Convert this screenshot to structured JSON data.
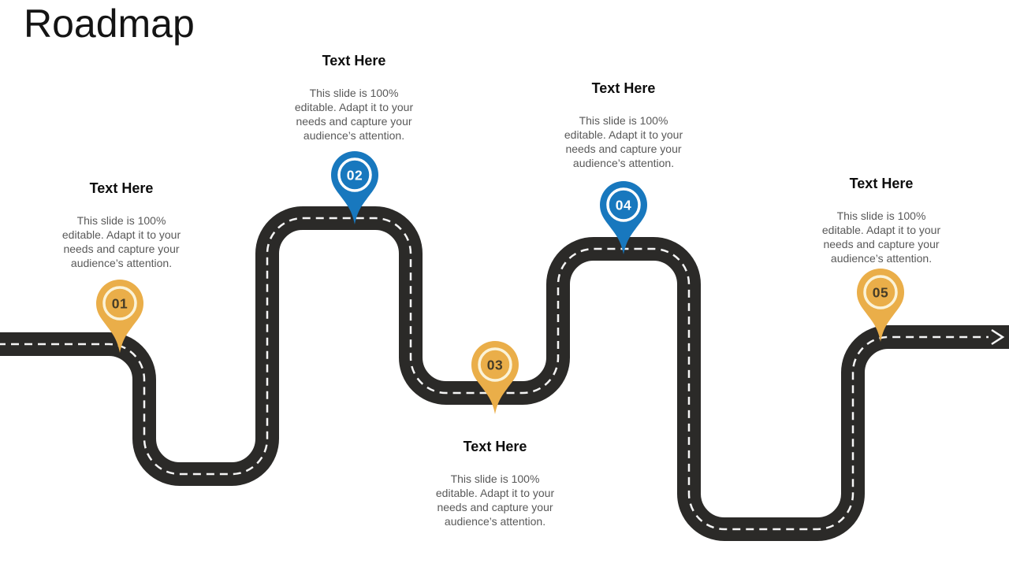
{
  "title": "Roadmap",
  "milestones": [
    {
      "number": "01",
      "heading": "Text Here",
      "body": "This slide is 100%\neditable. Adapt it to your\nneeds and capture your\naudience’s attention.",
      "pin_color": "yellow"
    },
    {
      "number": "02",
      "heading": "Text Here",
      "body": "This slide is 100%\neditable. Adapt it to your\nneeds and capture your\naudience’s attention.",
      "pin_color": "blue"
    },
    {
      "number": "03",
      "heading": "Text Here",
      "body": "This slide is 100%\neditable. Adapt it to your\nneeds and capture your\naudience’s attention.",
      "pin_color": "yellow"
    },
    {
      "number": "04",
      "heading": "Text Here",
      "body": "This slide is 100%\neditable. Adapt it to your\nneeds and capture your\naudience’s attention.",
      "pin_color": "blue"
    },
    {
      "number": "05",
      "heading": "Text Here",
      "body": "This slide is 100%\neditable. Adapt it to your\nneeds and capture your\naudience’s attention.",
      "pin_color": "yellow"
    }
  ],
  "colors": {
    "road": "#2B2A28",
    "centerline": "#F5F5F5",
    "pin_yellow": "#EAAE49",
    "pin_yellow_ring": "#FBF3D8",
    "pin_yellow_number": "#453C28",
    "pin_blue": "#1878BE",
    "pin_blue_ring": "#FFFFFF",
    "pin_blue_number": "#FFFFFF",
    "heading_text": "#0D0D0D",
    "body_text": "#595959",
    "title_text": "#141414"
  }
}
